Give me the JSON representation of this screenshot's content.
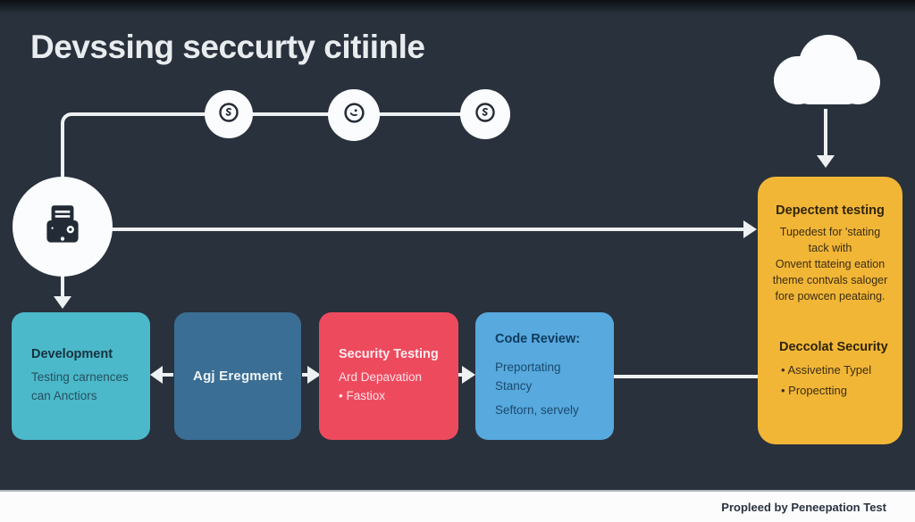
{
  "title": "Devssing seccurty citiinle",
  "colors": {
    "background": "#29313c",
    "connector_line": "#eef1f2",
    "node_fill": "#fbfcfd",
    "icon_dark": "#232b36",
    "footer_bg": "#fcfcfd"
  },
  "pipeline": {
    "node_icons": [
      "s-curl-icon",
      "clock-icon",
      "s-curl-icon"
    ],
    "source_icon": "printer-icon",
    "target_icon": "cloud-icon"
  },
  "boxes": [
    {
      "title": "Development",
      "line1": "Testing carnences",
      "line2": "can Anctiors",
      "color": "#4cb9ca"
    },
    {
      "title": "Agj Eregment",
      "color": "#3a6e94"
    },
    {
      "title": "Security Testing",
      "line1": "Ard Depavation",
      "line2": "• Fastiox",
      "color": "#ee4a5e"
    },
    {
      "title": "Code Review:",
      "line1": "Preportating Stancy",
      "line2": "Seftorn, servely",
      "color": "#57a9de"
    }
  ],
  "panel": {
    "color": "#f2b637",
    "section1": {
      "title": "Depectent testing",
      "line1": "Tupedest for 'stating",
      "line2": "tack with",
      "line3": "Onvent ttateing eation",
      "line4": "theme contvals saloger",
      "line5": "fore powcen peataing."
    },
    "section2": {
      "title": "Deccolat Security",
      "bullet1": "• Assivetine Typel",
      "bullet2": "• Propectting"
    }
  },
  "footer": {
    "text": "Propleed by Peneepation Test"
  }
}
